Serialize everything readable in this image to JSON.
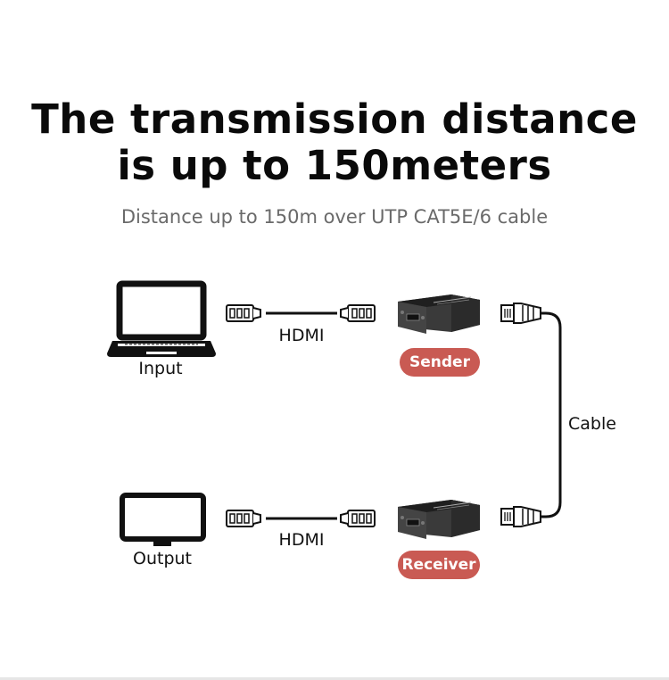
{
  "title": {
    "line1": "The transmission distance",
    "line2": "is up to 150meters"
  },
  "subtitle": "Distance up to 150m over UTP CAT5E/6 cable",
  "top_row": {
    "device_label": "Input",
    "cable_label": "HDMI",
    "unit_label": "Sender"
  },
  "bottom_row": {
    "device_label": "Output",
    "cable_label": "HDMI",
    "unit_label": "Receiver"
  },
  "link_label": "Cable",
  "colors": {
    "badge": "#c95a53",
    "line": "#111111",
    "device_body": "#2b2b2b"
  },
  "icons": [
    "laptop-icon",
    "monitor-icon",
    "hdmi-plug-icon",
    "extender-unit-icon",
    "rj45-plug-icon"
  ]
}
